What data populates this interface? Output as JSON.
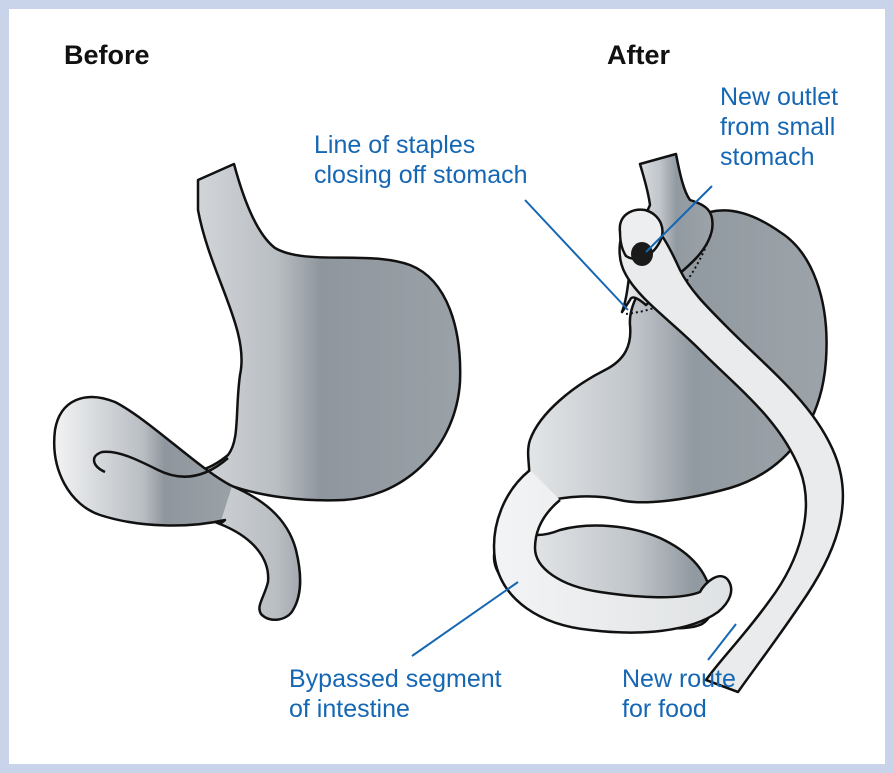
{
  "headings": {
    "before": "Before",
    "after": "After"
  },
  "labels": {
    "staples": "Line of staples\nclosing off stomach",
    "outlet": "New outlet\nfrom small\nstomach",
    "bypassed": "Bypassed segment\nof intestine",
    "route": "New route\nfor food"
  },
  "colors": {
    "frame": "#c9d3ea",
    "label_text": "#1667b3",
    "leader_line": "#1667b3",
    "organ_outline": "#111111",
    "organ_dark": "#8f969d",
    "organ_light": "#eceeef"
  }
}
